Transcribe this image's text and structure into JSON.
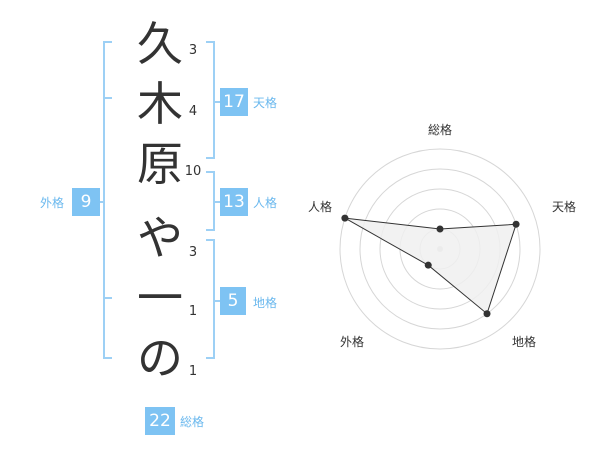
{
  "name_chars": [
    {
      "char": "久",
      "strokes": "3"
    },
    {
      "char": "木",
      "strokes": "4"
    },
    {
      "char": "原",
      "strokes": "10"
    },
    {
      "char": "や",
      "strokes": "3"
    },
    {
      "char": "一",
      "strokes": "1"
    },
    {
      "char": "の",
      "strokes": "1"
    }
  ],
  "kaku": {
    "tenkaku": {
      "value": "17",
      "label": "天格"
    },
    "jinkaku": {
      "value": "13",
      "label": "人格"
    },
    "chikaku": {
      "value": "5",
      "label": "地格"
    },
    "gaikaku": {
      "value": "9",
      "label": "外格"
    },
    "soukaku": {
      "value": "22",
      "label": "総格"
    }
  },
  "chart_data": {
    "type": "radar",
    "axes": [
      "総格",
      "天格",
      "地格",
      "外格",
      "人格"
    ],
    "values": [
      1,
      4,
      4,
      1,
      5
    ],
    "max": 5,
    "rings": 5,
    "colors": {
      "fill": "#f0f0f0",
      "line": "#333333",
      "grid": "#d6d6d6",
      "accent": "#7ec3f3"
    }
  }
}
